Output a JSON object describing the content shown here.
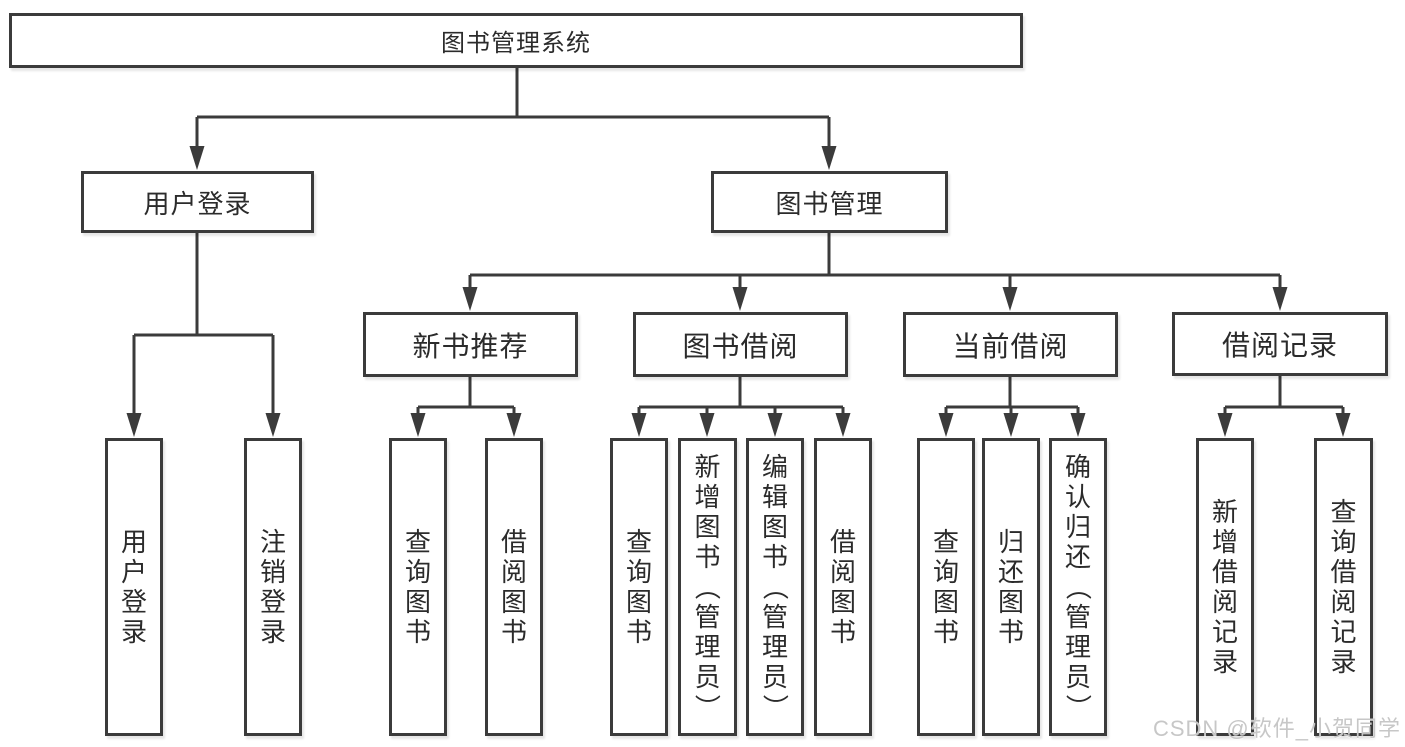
{
  "tree": {
    "root": {
      "label": "图书管理系统"
    },
    "level1": [
      {
        "label": "用户登录"
      },
      {
        "label": "图书管理"
      }
    ],
    "level2": [
      {
        "label": "新书推荐"
      },
      {
        "label": "图书借阅"
      },
      {
        "label": "当前借阅"
      },
      {
        "label": "借阅记录"
      }
    ],
    "leaves": {
      "user_login": [
        "用户登录",
        "注销登录"
      ],
      "new_books": [
        "查询图书",
        "借阅图书"
      ],
      "book_borrow": [
        "查询图书",
        "新增图书（管理员）",
        "编辑图书（管理员）",
        "借阅图书"
      ],
      "current_borrow": [
        "查询图书",
        "归还图书",
        "确认归还（管理员）"
      ],
      "borrow_records": [
        "新增借阅记录",
        "查询借阅记录"
      ]
    }
  },
  "watermark": {
    "text": "CSDN @软件_小贺同学"
  },
  "colors": {
    "line": "#3b3b3b",
    "text": "#2b2b2b",
    "watermark": "#c7c7c7",
    "background": "#ffffff"
  }
}
